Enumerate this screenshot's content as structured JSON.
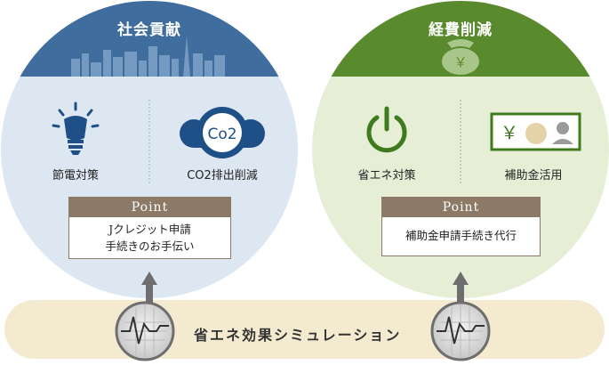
{
  "left_panel": {
    "title": "社会貢献",
    "items": [
      {
        "label": "節電対策",
        "icon": "lightbulb-icon"
      },
      {
        "label": "CO2排出削減",
        "icon": "co2-cloud-icon",
        "icon_text": "Co2"
      }
    ],
    "point": {
      "heading": "Point",
      "lines": [
        "Jクレジット申請",
        "手続きのお手伝い"
      ]
    },
    "header_color": "#3f6d9e",
    "body_color": "#dde7f1"
  },
  "right_panel": {
    "title": "経費削減",
    "items": [
      {
        "label": "省エネ対策",
        "icon": "power-icon"
      },
      {
        "label": "補助金活用",
        "icon": "money-icon",
        "icon_text": "￥"
      }
    ],
    "point": {
      "heading": "Point",
      "lines": [
        "補助金申請手続き代行"
      ]
    },
    "header_color": "#5a8a2e",
    "body_color": "#e6efd6"
  },
  "money_bag_text": "￥",
  "simulation": {
    "label": "省エネ効果シミュレーション",
    "band_color": "#f3ead0"
  },
  "point_color": "#8c7a66"
}
